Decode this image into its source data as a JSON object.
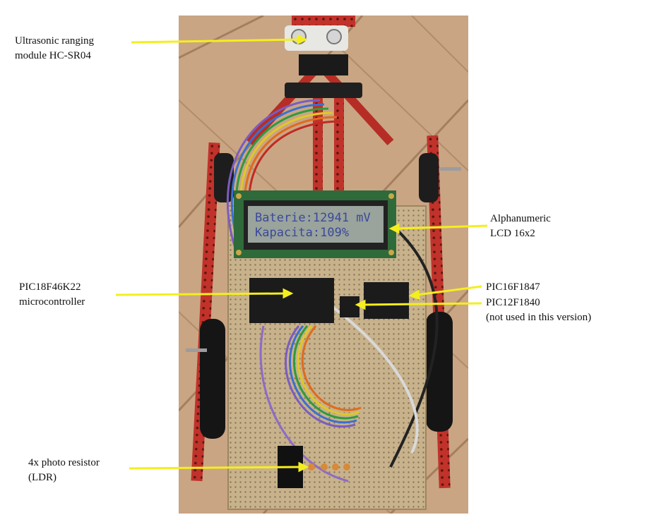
{
  "labels": {
    "ultrasonic": {
      "line1": "Ultrasonic ranging",
      "line2": "module HC-SR04"
    },
    "lcd": {
      "line1": "Alphanumeric",
      "line2": "LCD 16x2"
    },
    "pic18": {
      "line1": "PIC18F46K22",
      "line2": "microcontroller"
    },
    "pic16": {
      "line1": "PIC16F1847"
    },
    "pic12": {
      "line1": "PIC12F1840",
      "line2": "(not used in this version)"
    },
    "ldr": {
      "line1": "4x photo resistor",
      "line2": "(LDR)"
    }
  },
  "lcd_screen": {
    "row1": "Baterie:12941 mV",
    "row2": "Kapacita:109%"
  },
  "colors": {
    "arrow": "#f5ee1f",
    "lcd_background": "#9aa39c",
    "lcd_text": "#3a4a9a",
    "floor_tile": "#c9a584",
    "chassis_red": "#c0322a",
    "perfboard": "#c9b48f"
  }
}
